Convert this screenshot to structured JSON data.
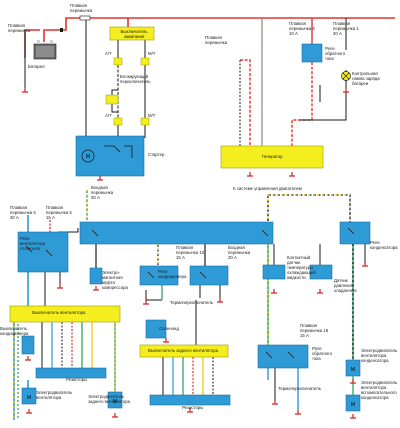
{
  "labels": {
    "fuse_top": "Плавкая\nперемычка",
    "fuse_left": "Плавкая\nперемычка",
    "battery": "Батарея",
    "ignition_switch": "Выключатель\nзажигания",
    "fuse_mid": "Плавкая\nперемычка",
    "fuse_4": "Плавкая\nперемычка 4\n10 А",
    "fuse_1": "Плавкая\nперемычка 1\n20 А",
    "relay_reverse": "Реле\nобратного\nтока",
    "charge_lamp": "Контрольная\nлампа заряда\nбатареи",
    "at": "А/Т",
    "mt": "М/Т",
    "at2": "А/Т",
    "mt2": "М/Т",
    "blocking_switch": "Блокирующий\nпереключатель",
    "starter": "Стартер",
    "generator": "Генератор",
    "input_fuse_30": "Входная\nперемычка\n30 А",
    "to_engine_system": "К системе управления двигателем",
    "fuse_6": "Плавкая\nперемычка 6\n30 А",
    "fuse_5": "Плавкая\nперемычка 5\n15 А",
    "relay_heater_fan": "Реле\nвентилятора\nотопителя",
    "relay_condenser": "Реле\nконденсатора",
    "em_clutch": "Электро-\nмагнитная\nмуфта\nкомпрессора",
    "fuse_10": "Плавкая\nперемычка 10\n15 А",
    "input_fuse_20": "Входная\nперемычка\n20 А",
    "relay_ac": "Реле\nкондиционера",
    "coolant_temp_sensor": "Контактный\nдатчик\nтемпературы\nохлаждающей\nжидкости",
    "refrigerant_pressure_sensor": "Датчик\nдавления\nхладагента",
    "fan_speed_switch": "Выключатель вентилятора",
    "ac_switch": "Выключатель\nкондиционера",
    "thermo_switch": "Термопереключатель",
    "solenoid": "Соленоид",
    "rear_fan_switch": "Выключатель заднего вентилятора",
    "fuse_18": "Плавкая\nперемычка 18\n15 А",
    "relay_reverse2": "Реле\nобратного\nтока",
    "resistors": "Резисторы",
    "resistors2": "Резисторы",
    "heater_fan_motor": "Электродвигатель\nвентилятора",
    "rear_fan_motor": "Электродвигатель\nзаднего вентилятора",
    "thermo_switch2": "Термопереключатель",
    "condenser_fan_motor": "Электродвигатель\nвентилятора\nконденсатора",
    "aux_condenser_fan_motor": "Электродвигатель\nвентилятора\nвспомогательного\nконденсатора"
  },
  "colors": {
    "block_blue": "#2e9ad6",
    "block_yellow": "#f5ee1e",
    "wire_red": "#e3342f",
    "wire_black": "#1a1a1a",
    "wire_blue": "#2e9ad6",
    "wire_yellow": "#e6c800",
    "wire_green": "#1e9e55",
    "wire_gray": "#8a8a8a",
    "ground": "#d21e1e"
  },
  "icons": [
    "battery-icon",
    "fuse-icon",
    "relay-switch-icon",
    "motor-icon",
    "lamp-icon",
    "ground-icon"
  ]
}
